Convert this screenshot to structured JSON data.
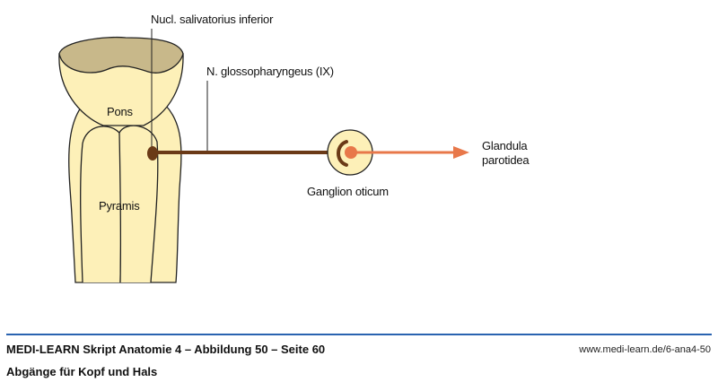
{
  "labels": {
    "nucleus": "Nucl. salivatorius inferior",
    "nerve": "N. glossopharyngeus (IX)",
    "pons": "Pons",
    "pyramis": "Pyramis",
    "ganglion": "Ganglion oticum",
    "target_line1": "Glandula",
    "target_line2": "parotidea"
  },
  "colors": {
    "tissue": "#fdf0b8",
    "cut_surface": "#c8b88a",
    "preganglionic": "#6b3a17",
    "postganglionic": "#e8784a",
    "rule": "#2a63b0"
  },
  "footer": {
    "title": "MEDI-LEARN Skript Anatomie 4 – Abbildung 50 – Seite 60",
    "subtitle": "Abgänge für Kopf und Hals",
    "url": "www.medi-learn.de/6-ana4-50"
  }
}
